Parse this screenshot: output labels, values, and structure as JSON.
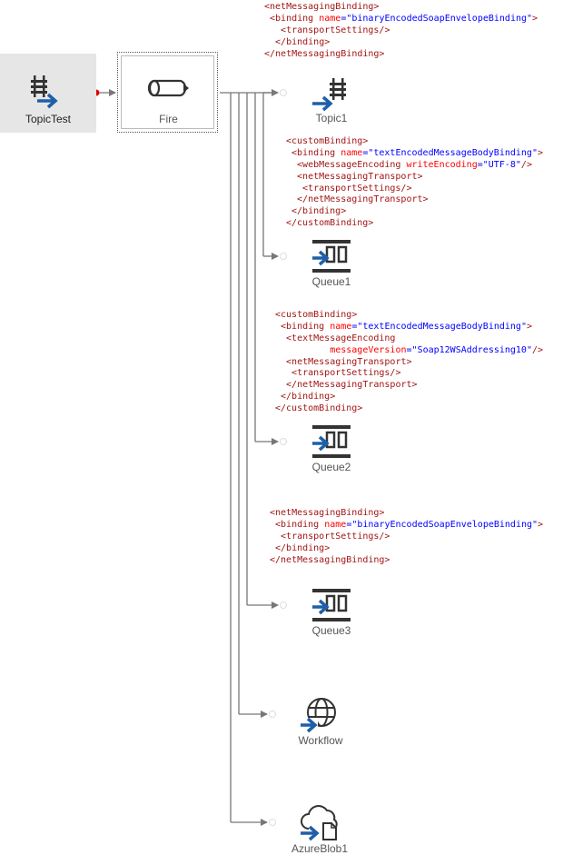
{
  "nodes": {
    "source": {
      "label": "TopicTest",
      "icon": "topic-icon"
    },
    "fire": {
      "label": "Fire",
      "icon": "pipe-icon"
    },
    "topic1": {
      "label": "Topic1",
      "icon": "topic-icon"
    },
    "queue1": {
      "label": "Queue1",
      "icon": "queue-icon"
    },
    "queue2": {
      "label": "Queue2",
      "icon": "queue-icon"
    },
    "queue3": {
      "label": "Queue3",
      "icon": "queue-icon"
    },
    "workflow": {
      "label": "Workflow",
      "icon": "globe-icon"
    },
    "azureblob1": {
      "label": "AzureBlob1",
      "icon": "cloud-file-icon"
    }
  },
  "colors": {
    "tag": "#a31515",
    "attr": "#ff0000",
    "value": "#0000ff",
    "connector_dot": "#e00000",
    "line": "#777777",
    "source_bg": "#e6e6e6",
    "icon_dark": "#333333",
    "icon_blue": "#1e5fa8"
  },
  "bindings": {
    "topic1": [
      [
        {
          "t": "tag",
          "s": "<netMessagingBinding>"
        }
      ],
      [
        {
          "t": "tag",
          "s": " <binding "
        },
        {
          "t": "attr",
          "s": "name"
        },
        {
          "t": "punct",
          "s": "=\""
        },
        {
          "t": "val",
          "s": "binaryEncodedSoapEnvelopeBinding"
        },
        {
          "t": "punct",
          "s": "\""
        },
        {
          "t": "tag",
          "s": ">"
        }
      ],
      [
        {
          "t": "tag",
          "s": "   <transportSettings/>"
        }
      ],
      [
        {
          "t": "tag",
          "s": "  </binding>"
        }
      ],
      [
        {
          "t": "tag",
          "s": "</netMessagingBinding>"
        }
      ]
    ],
    "queue1": [
      [
        {
          "t": "tag",
          "s": "<customBinding>"
        }
      ],
      [
        {
          "t": "tag",
          "s": " <binding "
        },
        {
          "t": "attr",
          "s": "name"
        },
        {
          "t": "punct",
          "s": "=\""
        },
        {
          "t": "val",
          "s": "textEncodedMessageBodyBinding"
        },
        {
          "t": "punct",
          "s": "\""
        },
        {
          "t": "tag",
          "s": ">"
        }
      ],
      [
        {
          "t": "tag",
          "s": "  <webMessageEncoding "
        },
        {
          "t": "attr",
          "s": "writeEncoding"
        },
        {
          "t": "punct",
          "s": "=\""
        },
        {
          "t": "val",
          "s": "UTF-8"
        },
        {
          "t": "punct",
          "s": "\""
        },
        {
          "t": "tag",
          "s": "/>"
        }
      ],
      [
        {
          "t": "tag",
          "s": "  <netMessagingTransport>"
        }
      ],
      [
        {
          "t": "tag",
          "s": "   <transportSettings/>"
        }
      ],
      [
        {
          "t": "tag",
          "s": "  </netMessagingTransport>"
        }
      ],
      [
        {
          "t": "tag",
          "s": " </binding>"
        }
      ],
      [
        {
          "t": "tag",
          "s": "</customBinding>"
        }
      ]
    ],
    "queue2": [
      [
        {
          "t": "tag",
          "s": "<customBinding>"
        }
      ],
      [
        {
          "t": "tag",
          "s": " <binding "
        },
        {
          "t": "attr",
          "s": "name"
        },
        {
          "t": "punct",
          "s": "=\""
        },
        {
          "t": "val",
          "s": "textEncodedMessageBodyBinding"
        },
        {
          "t": "punct",
          "s": "\""
        },
        {
          "t": "tag",
          "s": ">"
        }
      ],
      [
        {
          "t": "tag",
          "s": "  <textMessageEncoding"
        }
      ],
      [
        {
          "t": "attr",
          "s": "          messageVersion"
        },
        {
          "t": "punct",
          "s": "=\""
        },
        {
          "t": "val",
          "s": "Soap12WSAddressing10"
        },
        {
          "t": "punct",
          "s": "\""
        },
        {
          "t": "tag",
          "s": "/>"
        }
      ],
      [
        {
          "t": "tag",
          "s": "  <netMessagingTransport>"
        }
      ],
      [
        {
          "t": "tag",
          "s": "   <transportSettings/>"
        }
      ],
      [
        {
          "t": "tag",
          "s": "  </netMessagingTransport>"
        }
      ],
      [
        {
          "t": "tag",
          "s": " </binding>"
        }
      ],
      [
        {
          "t": "tag",
          "s": "</customBinding>"
        }
      ]
    ],
    "queue3": [
      [
        {
          "t": "tag",
          "s": "<netMessagingBinding>"
        }
      ],
      [
        {
          "t": "tag",
          "s": " <binding "
        },
        {
          "t": "attr",
          "s": "name"
        },
        {
          "t": "punct",
          "s": "=\""
        },
        {
          "t": "val",
          "s": "binaryEncodedSoapEnvelopeBinding"
        },
        {
          "t": "punct",
          "s": "\""
        },
        {
          "t": "tag",
          "s": ">"
        }
      ],
      [
        {
          "t": "tag",
          "s": "  <transportSettings/>"
        }
      ],
      [
        {
          "t": "tag",
          "s": " </binding>"
        }
      ],
      [
        {
          "t": "tag",
          "s": "</netMessagingBinding>"
        }
      ]
    ]
  }
}
